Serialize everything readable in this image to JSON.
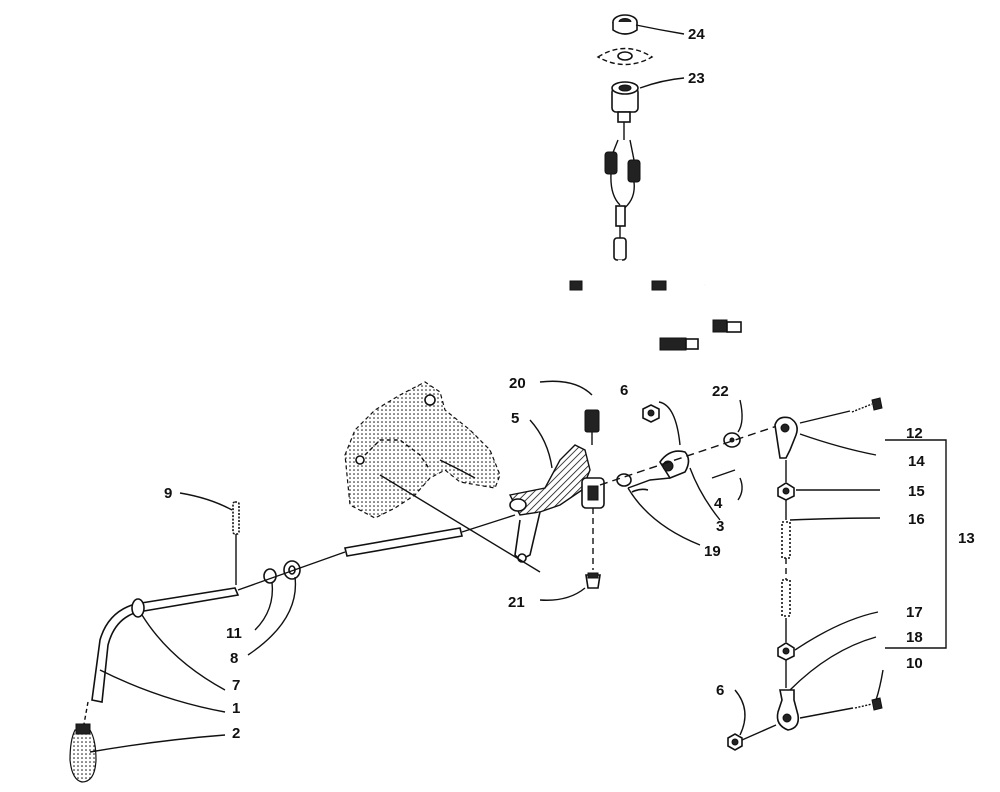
{
  "callouts": {
    "c1": "1",
    "c2": "2",
    "c3": "3",
    "c4": "4",
    "c5": "5",
    "c6a": "6",
    "c6b": "6",
    "c7": "7",
    "c8": "8",
    "c9": "9",
    "c10": "10",
    "c11": "11",
    "c12": "12",
    "c13": "13",
    "c14": "14",
    "c15": "15",
    "c16": "16",
    "c17": "17",
    "c18": "18",
    "c19": "19",
    "c20": "20",
    "c21": "21",
    "c22": "22",
    "c23": "23",
    "c24": "24"
  }
}
